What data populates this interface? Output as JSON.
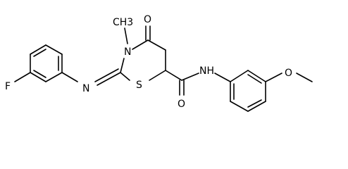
{
  "molecule": {
    "atom_labels": {
      "fluorine": "F",
      "imine_nitrogen": "N",
      "ring_nitrogen": "N",
      "methyl": "CH3",
      "ring_carbonyl_oxygen": "O",
      "sulfur": "S",
      "amide_oxygen": "O",
      "amide_nitrogen": "NH",
      "ether_oxygen": "O"
    }
  },
  "colors": {
    "bond": "#000000",
    "label": "#000000",
    "background": "#ffffff"
  }
}
